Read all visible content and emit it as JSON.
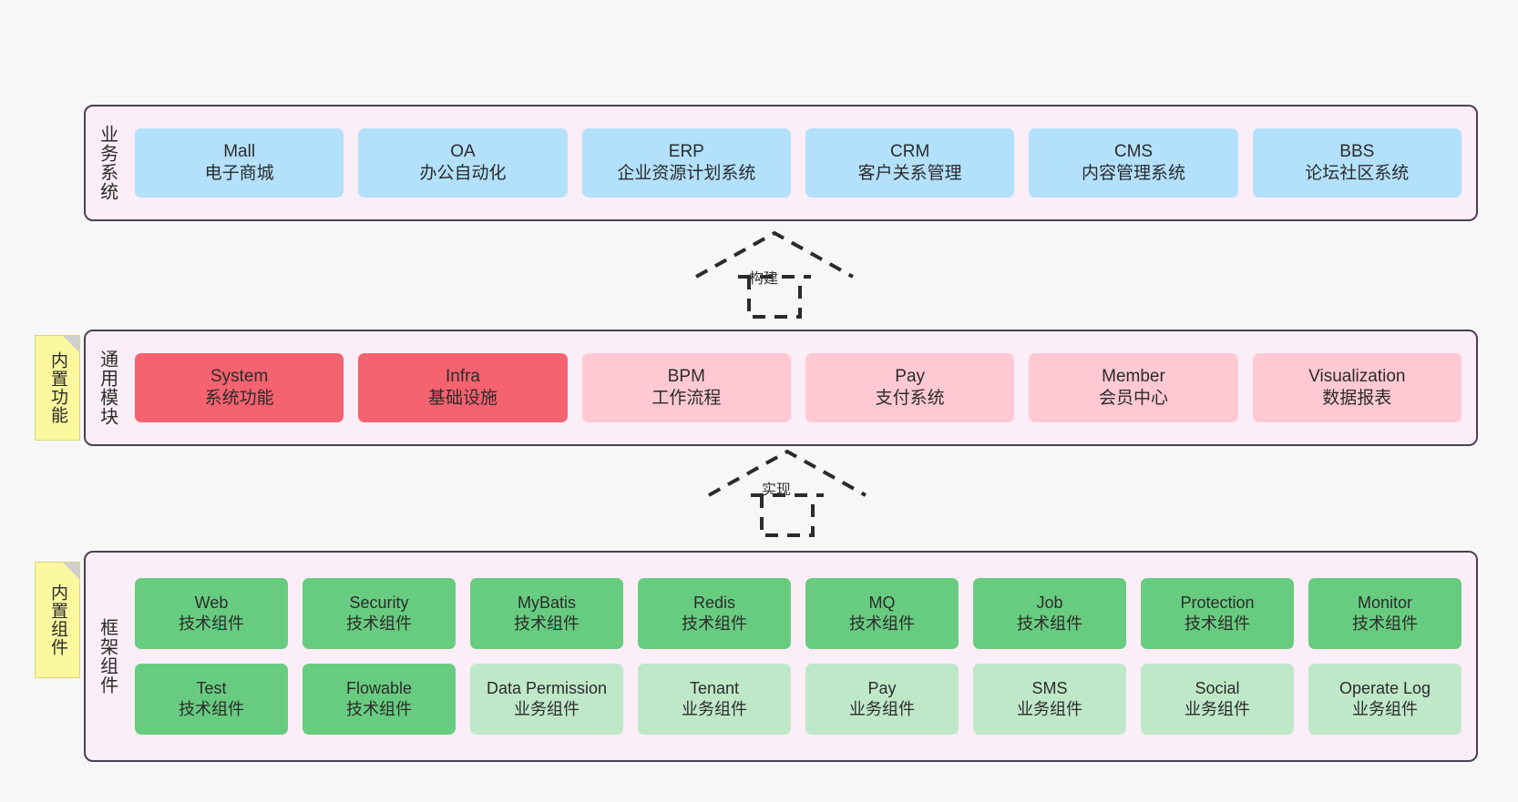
{
  "diagram": {
    "background": "#f7f7f7",
    "layer_fill": "#fbeef6",
    "layer_border": "#4a4152",
    "note_fill": "#fbf8a0"
  },
  "layers": [
    {
      "id": "business",
      "title": "业务系统",
      "cell_color": "#b3e0fb",
      "rows": [
        [
          {
            "name": "Mall",
            "desc": "电子商城"
          },
          {
            "name": "OA",
            "desc": "办公自动化"
          },
          {
            "name": "ERP",
            "desc": "企业资源计划系统"
          },
          {
            "name": "CRM",
            "desc": "客户关系管理"
          },
          {
            "name": "CMS",
            "desc": "内容管理系统"
          },
          {
            "name": "BBS",
            "desc": "论坛社区系统"
          }
        ]
      ]
    },
    {
      "id": "modules",
      "title": "通用模块",
      "cell_color": "#ffc9d3",
      "cell_color_strong": "#f4636f",
      "rows": [
        [
          {
            "name": "System",
            "desc": "系统功能",
            "emphasis": true
          },
          {
            "name": "Infra",
            "desc": "基础设施",
            "emphasis": true
          },
          {
            "name": "BPM",
            "desc": "工作流程",
            "emphasis": false
          },
          {
            "name": "Pay",
            "desc": "支付系统",
            "emphasis": false
          },
          {
            "name": "Member",
            "desc": "会员中心",
            "emphasis": false
          },
          {
            "name": "Visualization",
            "desc": "数据报表",
            "emphasis": false
          }
        ]
      ]
    },
    {
      "id": "framework",
      "title": "框架组件",
      "cell_color_tech": "#68cc80",
      "cell_color_biz": "#bfe8c9",
      "rows": [
        [
          {
            "name": "Web",
            "desc": "技术组件",
            "kind": "tech"
          },
          {
            "name": "Security",
            "desc": "技术组件",
            "kind": "tech"
          },
          {
            "name": "MyBatis",
            "desc": "技术组件",
            "kind": "tech"
          },
          {
            "name": "Redis",
            "desc": "技术组件",
            "kind": "tech"
          },
          {
            "name": "MQ",
            "desc": "技术组件",
            "kind": "tech"
          },
          {
            "name": "Job",
            "desc": "技术组件",
            "kind": "tech"
          },
          {
            "name": "Protection",
            "desc": "技术组件",
            "kind": "tech"
          },
          {
            "name": "Monitor",
            "desc": "技术组件",
            "kind": "tech"
          }
        ],
        [
          {
            "name": "Test",
            "desc": "技术组件",
            "kind": "tech"
          },
          {
            "name": "Flowable",
            "desc": "技术组件",
            "kind": "tech"
          },
          {
            "name": "Data Permission",
            "desc": "业务组件",
            "kind": "biz"
          },
          {
            "name": "Tenant",
            "desc": "业务组件",
            "kind": "biz"
          },
          {
            "name": "Pay",
            "desc": "业务组件",
            "kind": "biz"
          },
          {
            "name": "SMS",
            "desc": "业务组件",
            "kind": "biz"
          },
          {
            "name": "Social",
            "desc": "业务组件",
            "kind": "biz"
          },
          {
            "name": "Operate Log",
            "desc": "业务组件",
            "kind": "biz"
          }
        ]
      ]
    }
  ],
  "notes": [
    {
      "id": "functions",
      "label": "内置功能"
    },
    {
      "id": "components",
      "label": "内置组件"
    }
  ],
  "arrows": [
    {
      "id": "build",
      "label": "构建",
      "style": "dashed-hollow-triangle",
      "direction": "up"
    },
    {
      "id": "impl",
      "label": "实现",
      "style": "dashed-hollow-triangle",
      "direction": "up"
    }
  ]
}
